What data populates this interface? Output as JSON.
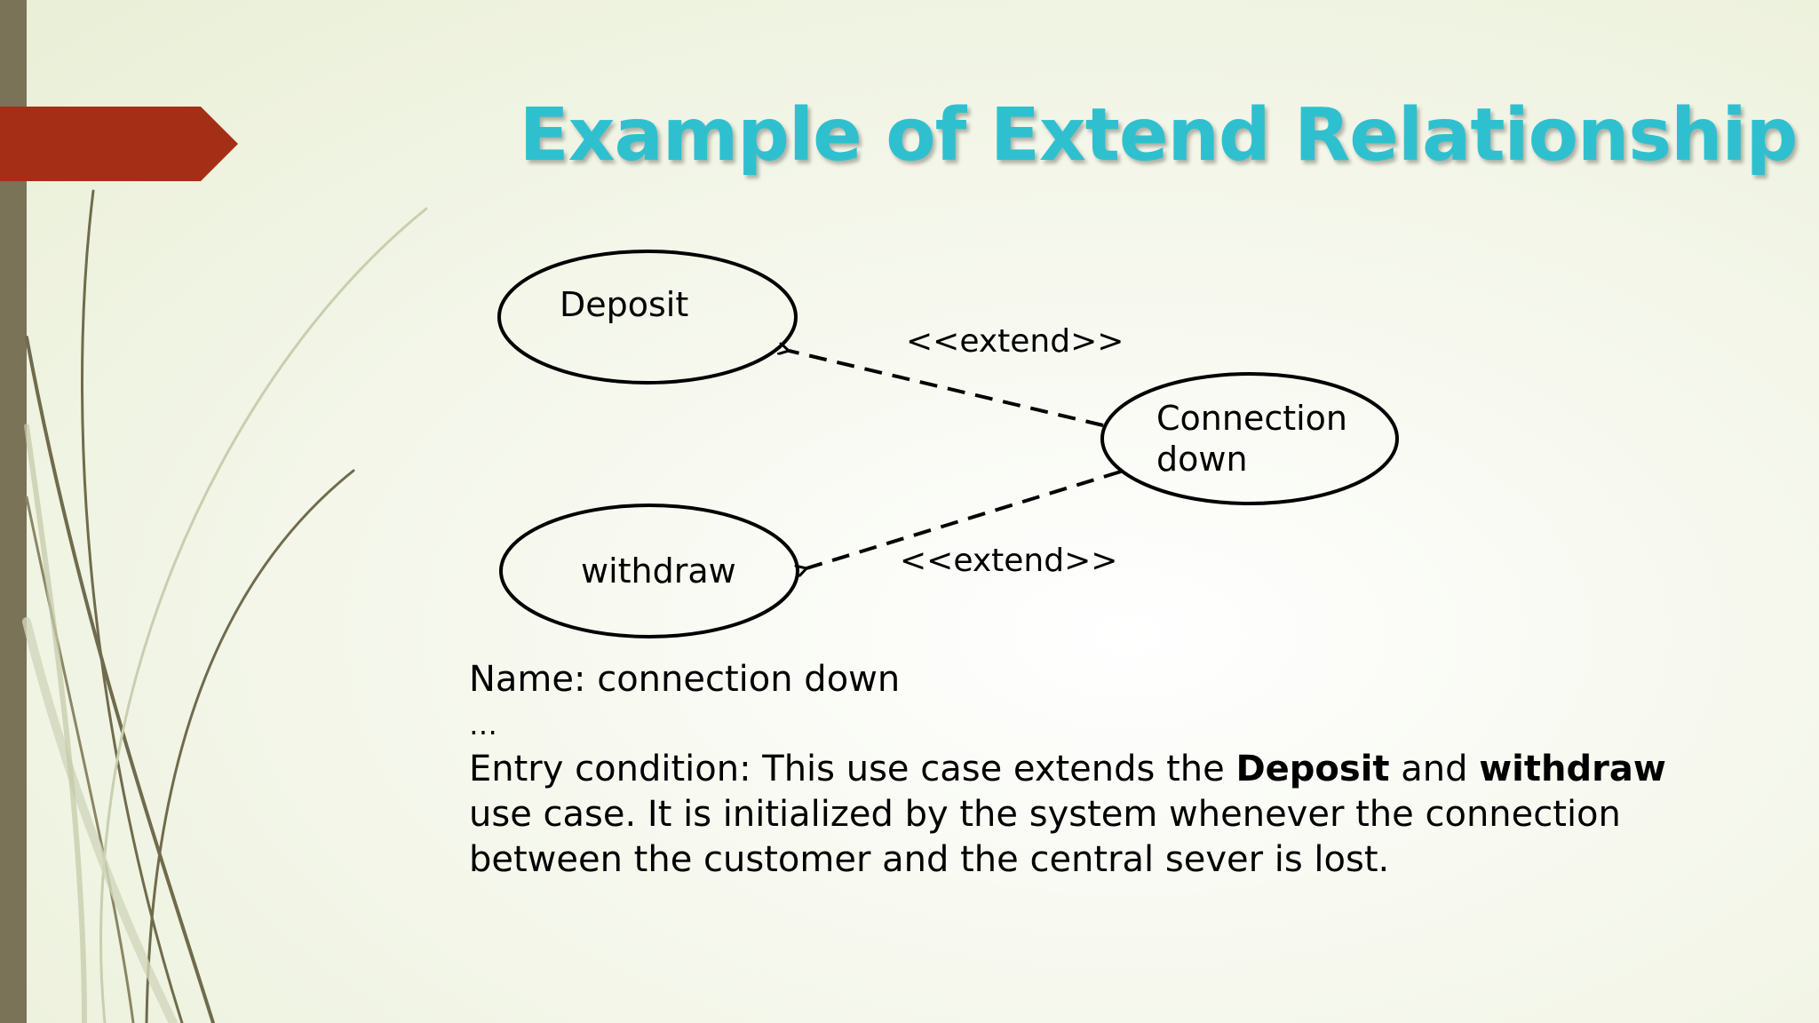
{
  "title": "Example of Extend Relationship",
  "diagram": {
    "nodes": {
      "deposit": "Deposit",
      "withdraw": "withdraw",
      "connection_line1": "Connection",
      "connection_line2": "down"
    },
    "edges": [
      {
        "from": "Connection down",
        "to": "Deposit",
        "label": "<<extend>>",
        "style": "dashed"
      },
      {
        "from": "Connection down",
        "to": "withdraw",
        "label": "<<extend>>",
        "style": "dashed"
      }
    ]
  },
  "description": {
    "name_line": "Name: connection down",
    "ellipsis": "…",
    "entry_prefix": "Entry condition: This use case extends the ",
    "entry_bold1": "Deposit",
    "entry_mid": " and ",
    "entry_bold2": "withdraw",
    "entry_rest": " use case. It is initialized by the system whenever the connection between the customer and the central sever is lost."
  },
  "colors": {
    "title": "#2fc0cf",
    "accent_tab": "#a52f16",
    "left_bar": "#7a7358",
    "grass": "#6f6b4c"
  }
}
